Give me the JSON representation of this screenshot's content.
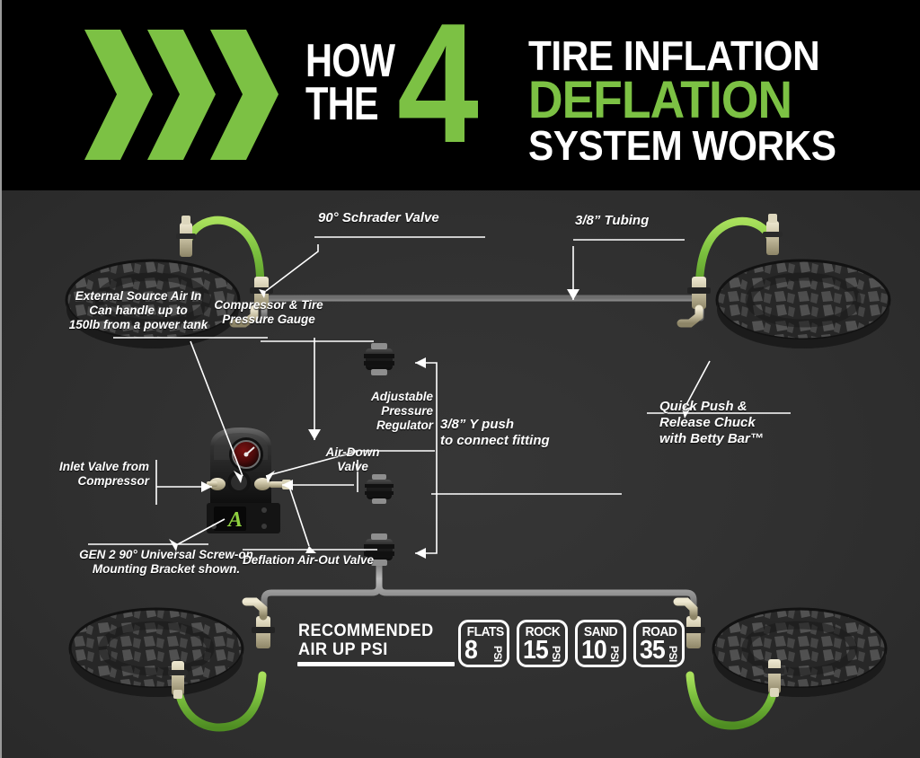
{
  "header": {
    "chevron_icon": "chevron-right-icon",
    "how": "HOW",
    "the": "THE",
    "number": "4",
    "line1": "TIRE INFLATION",
    "line2": "DEFLATION",
    "line3": "SYSTEM WORKS",
    "green": "#7cc144",
    "white": "#ffffff",
    "background": "#000000"
  },
  "diagram": {
    "background": "#2f2f2f",
    "hose_color": "#7ac143",
    "tubing_color": "#9a9a9a",
    "fitting_color": "#2a2a2a",
    "brass_color": "#c9c2a6",
    "labels": {
      "schrader": "90° Schrader Valve",
      "tubing": "3/8” Tubing",
      "external_source": "External Source Air In\nCan handle up to\n150lb from a power tank",
      "compressor_gauge": "Compressor & Tire\nPressure Gauge",
      "regulator": "Adjustable\nPressure\nRegulator",
      "air_down": "Air-Down\nValve",
      "inlet_valve": "Inlet Valve from\nCompressor",
      "y_fitting": "3/8” Y push\nto connect fitting",
      "quick_chuck": "Quick Push &\nRelease Chuck\nwith Betty Bar™",
      "mounting_bracket": "GEN 2 90° Universal Screw-on\nMounting Bracket shown.",
      "deflation_valve": "Deflation Air-Out Valve"
    }
  },
  "footer": {
    "recommend_line1": "RECOMMENDED",
    "recommend_line2": "AIR UP PSI",
    "psi_unit": "PSI",
    "badges": [
      {
        "environment": "FLATS",
        "value": "8",
        "unit": "PSI"
      },
      {
        "environment": "ROCK",
        "value": "15",
        "unit": "PSI"
      },
      {
        "environment": "SAND",
        "value": "10",
        "unit": "PSI"
      },
      {
        "environment": "ROAD",
        "value": "35",
        "unit": "PSI"
      }
    ]
  }
}
